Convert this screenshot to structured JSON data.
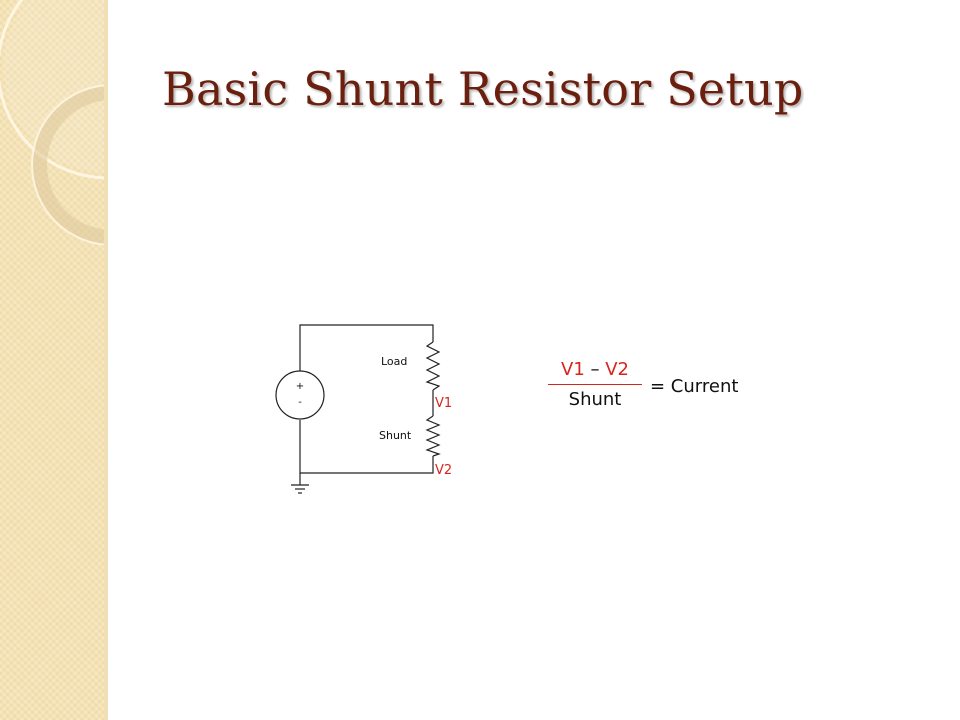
{
  "slide": {
    "title": "Basic Shunt Resistor Setup"
  },
  "circuit": {
    "source_plus": "+",
    "source_minus": "-",
    "load_label": "Load",
    "shunt_label": "Shunt",
    "node_v1": "V1",
    "node_v2": "V2"
  },
  "formula": {
    "numerator_v1": "V1",
    "numerator_minus": "–",
    "numerator_v2": "V2",
    "denominator": "Shunt",
    "equals_text": "= Current"
  },
  "colors": {
    "title": "#6b1f0f",
    "voltage_labels": "#d6251c",
    "sidebar": "#f4e2b4"
  }
}
